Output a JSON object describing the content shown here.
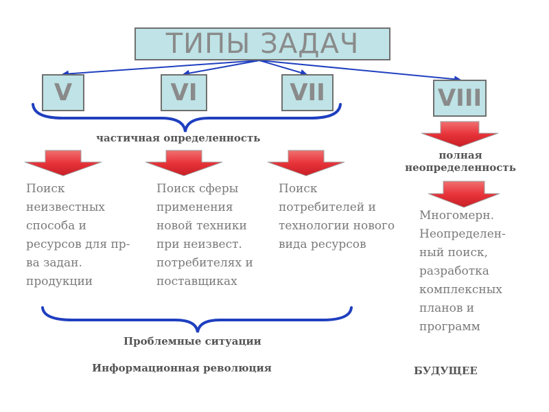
{
  "title": "ТИПЫ ЗАДАЧ",
  "types": [
    {
      "label": "V"
    },
    {
      "label": "VI"
    },
    {
      "label": "VII"
    },
    {
      "label": "VIII"
    }
  ],
  "labels": {
    "partial": "частичная определенность",
    "full_line1": "полная",
    "full_line2": "неопределенность",
    "problem": "Проблемные ситуации",
    "revolution": "Информационная революция",
    "future": "БУДУЩЕЕ"
  },
  "descriptions": [
    "Поиск\nнеизвестных\nспособа и\nресурсов для пр-\nва задан.\nпродукции",
    "Поиск сферы\nприменения\nновой техники\nпри неизвест.\nпотребителях и\nпоставщиках",
    "Поиск\nпотребителей и\nтехнологии нового\nвида ресурсов",
    "Многомерн.\nНеопределен-\nный поиск,\nразработка\nкомплексных\nпланов и\nпрограмм"
  ],
  "colors": {
    "box_fill": "#bfe3e6",
    "box_border": "#6f6f6f",
    "arrow_blue": "#1f3fbf",
    "brace_blue": "#1f3fbf",
    "block_arrow": "#e8333a",
    "text_gray": "#7a7a7a"
  }
}
